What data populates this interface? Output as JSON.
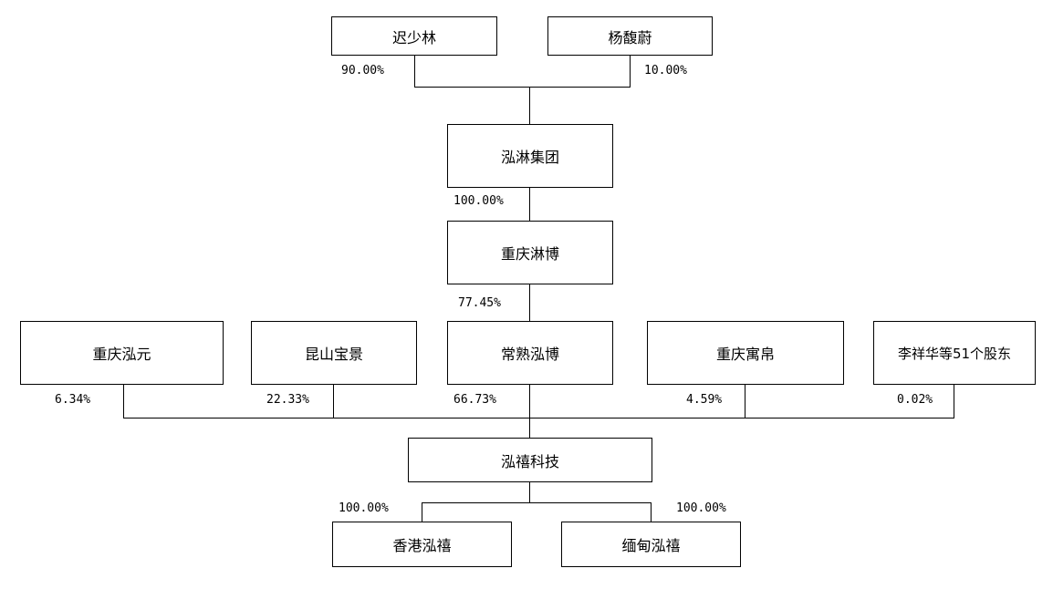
{
  "entities": {
    "chi_shaolin": "迟少林",
    "yang_fuwei": "杨馥蔚",
    "honglin_group": "泓淋集团",
    "chongqing_linbo": "重庆淋博",
    "chongqing_hongyuan": "重庆泓元",
    "kunshan_baojing": "昆山宝景",
    "changshu_hongbo": "常熟泓博",
    "chongqing_yinbo": "重庆寓帛",
    "li_xianghua_51": "李祥华等51个股东",
    "hongxi_tech": "泓禧科技",
    "hk_hongxi": "香港泓禧",
    "myanmar_hongxi": "缅甸泓禧"
  },
  "ownership": {
    "chi_shaolin_to_group": "90.00%",
    "yang_fuwei_to_group": "10.00%",
    "group_to_linbo": "100.00%",
    "linbo_to_changshu": "77.45%",
    "hongyuan_to_tech": "6.34%",
    "baojing_to_tech": "22.33%",
    "changshu_to_tech": "66.73%",
    "yinbo_to_tech": "4.59%",
    "others_to_tech": "0.02%",
    "tech_to_hk": "100.00%",
    "tech_to_myanmar": "100.00%"
  }
}
